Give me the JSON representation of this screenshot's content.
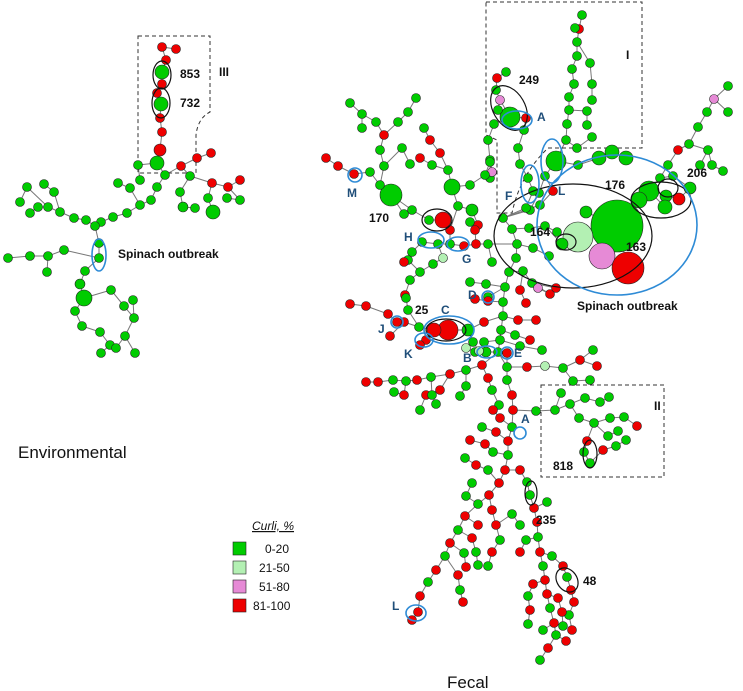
{
  "panels": {
    "environmental": "Environmental",
    "fecal": "Fecal"
  },
  "boxes": {
    "I": "I",
    "II": "II",
    "III": "III"
  },
  "outbreak_labels": {
    "env": "Spinach outbreak",
    "fecal": "Spinach outbreak"
  },
  "cluster_numbers": [
    "853",
    "732",
    "249",
    "206",
    "176",
    "170",
    "164",
    "163",
    "25",
    "818",
    "235",
    "48"
  ],
  "letter_labels": [
    "A",
    "M",
    "F",
    "L",
    "H",
    "G",
    "D",
    "C",
    "J",
    "K",
    "B",
    "E",
    "A",
    "L"
  ],
  "legend": {
    "title": "Curli, %",
    "items": [
      {
        "label": "0-20",
        "color": "#00cc00"
      },
      {
        "label": "21-50",
        "color": "#b3f0b3"
      },
      {
        "label": "51-80",
        "color": "#e68ad6"
      },
      {
        "label": "81-100",
        "color": "#ee0000"
      }
    ]
  },
  "colors": {
    "green": "#00cc00",
    "light_green": "#b3f0b3",
    "pink": "#e68ad6",
    "red": "#ee0000",
    "blue_ring": "#2e8bd6"
  }
}
